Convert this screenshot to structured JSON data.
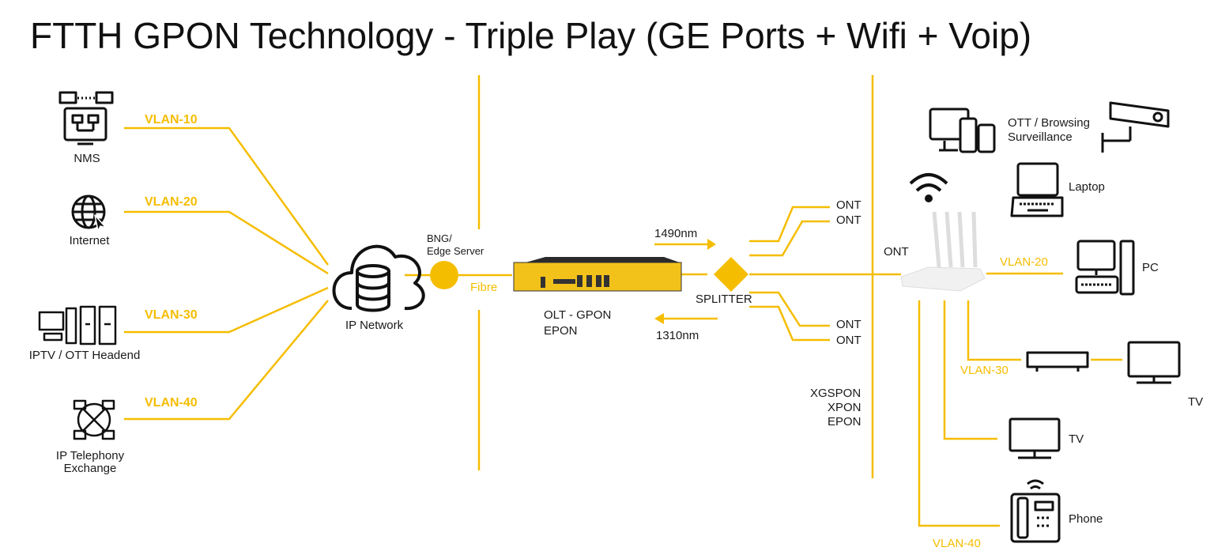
{
  "title": "FTTH GPON Technology - Triple Play (GE Ports + Wifi + Voip)",
  "colors": {
    "accent": "#f5bd00",
    "icon": "#111111",
    "olt_body": "#f2c21b"
  },
  "sources": [
    {
      "label": "NMS",
      "vlan": "VLAN-10",
      "icon": "nms-icon"
    },
    {
      "label": "Internet",
      "vlan": "VLAN-20",
      "icon": "globe-icon"
    },
    {
      "label": "IPTV / OTT Headend",
      "vlan": "VLAN-30",
      "icon": "server-icon"
    },
    {
      "label_line1": "IP Telephony",
      "label_line2": "Exchange",
      "vlan": "VLAN-40",
      "icon": "telephony-exchange-icon"
    }
  ],
  "core": {
    "ip_network": "IP Network",
    "bng_line1": "BNG/",
    "bng_line2": "Edge Server",
    "fibre": "Fibre",
    "olt_line1": "OLT - GPON",
    "olt_line2": "EPON",
    "downstream": "1490nm",
    "upstream": "1310nm",
    "splitter": "SPLITTER"
  },
  "onts": [
    "ONT",
    "ONT",
    "ONT",
    "ONT"
  ],
  "pon_types": [
    "XGSPON",
    "XPON",
    "EPON"
  ],
  "customer": {
    "ont": "ONT",
    "ott_line1": "OTT / Browsing",
    "ott_line2": "Surveillance",
    "laptop": "Laptop",
    "pc": "PC",
    "pc_vlan": "VLAN-20",
    "tv_vlan": "VLAN-30",
    "tv1": "TV",
    "tv2": "TV",
    "phone": "Phone",
    "phone_vlan": "VLAN-40"
  }
}
